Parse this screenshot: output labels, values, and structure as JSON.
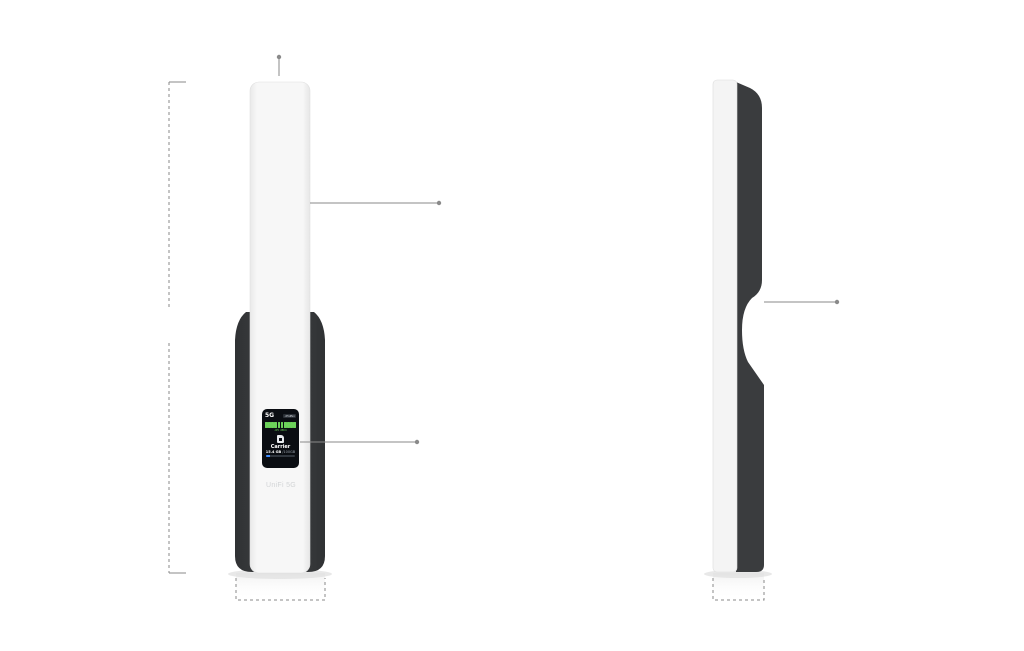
{
  "device": {
    "brand_label": "UniFi 5G",
    "colors": {
      "body_white": "#f4f4f4",
      "body_dark": "#3b3d3f",
      "leader": "#8a8a8a"
    }
  },
  "screen": {
    "network_tech": "5G",
    "signal_label": "-65dBm",
    "signal_level": 1.0,
    "signal_dbm": "-65 dBm",
    "sim_icon": "sim-card-icon",
    "carrier": "Carrier",
    "usage_value": "15.4 GB",
    "usage_limit": "/100GB",
    "usage_fraction": 0.15
  }
}
